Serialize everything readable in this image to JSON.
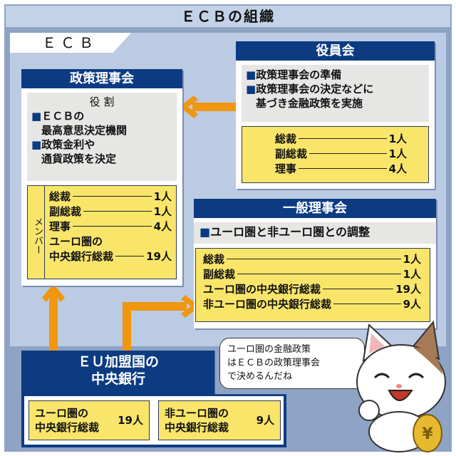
{
  "title": "ＥＣＢの組織",
  "ecb_label": "ＥＣＢ",
  "governing_council": {
    "header": "政策理事会",
    "role_title": "役 割",
    "roles": [
      "ＥＣＢの",
      "最高意思決定機関",
      "政策金利や",
      "通貨政策を決定"
    ],
    "members_label": "メンバー",
    "members": [
      {
        "label": "総裁",
        "count": "1人"
      },
      {
        "label": "副総裁",
        "count": "1人"
      },
      {
        "label": "理事",
        "count": "4人"
      },
      {
        "label": "ユーロ圏の",
        "label2": "中央銀行総裁",
        "count": "19人"
      }
    ]
  },
  "executive_board": {
    "header": "役員会",
    "roles": [
      "政策理事会の準備",
      "政策理事会の決定などに",
      "基づき金融政策を実施"
    ],
    "members": [
      {
        "label": "総裁",
        "count": "1人"
      },
      {
        "label": "副総裁",
        "count": "1人"
      },
      {
        "label": "理事",
        "count": "4人"
      }
    ]
  },
  "general_council": {
    "header": "一般理事会",
    "role": "ユーロ圏と非ユーロ圏との調整",
    "members": [
      {
        "label": "総裁",
        "count": "1人"
      },
      {
        "label": "副総裁",
        "count": "1人"
      },
      {
        "label": "ユーロ圏の中央銀行総裁",
        "count": "19人"
      },
      {
        "label": "非ユーロ圏の中央銀行総裁",
        "count": "9人"
      }
    ]
  },
  "eu_banks": {
    "header1": "ＥＵ加盟国の",
    "header2": "中央銀行",
    "euro": {
      "l1": "ユーロ圏の",
      "l2": "中央銀行総裁",
      "count": "19人"
    },
    "non_euro": {
      "l1": "非ユーロ圏の",
      "l2": "中央銀行総裁",
      "count": "9人"
    }
  },
  "speech": [
    "ユーロ圏の金融政策",
    "はＥＣＢの政策理事会",
    "で決めるんだね"
  ],
  "coin_symbol": "¥",
  "colors": {
    "navy": "#0c3b82",
    "orange": "#f0960f",
    "yellow": "#f8e56a",
    "lightblue": "#bccbe4"
  }
}
